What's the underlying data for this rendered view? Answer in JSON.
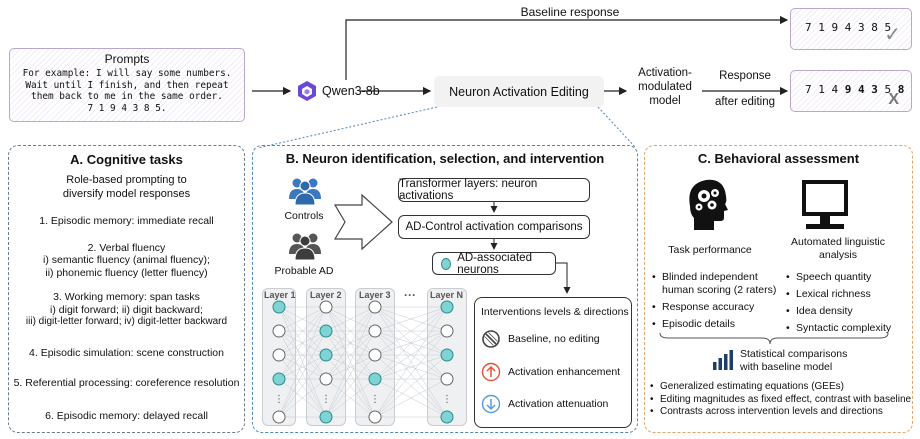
{
  "pipeline": {
    "prompts_title": "Prompts",
    "prompts_text": [
      "For example: I will say some numbers.",
      "Wait until I finish, and then repeat",
      "them back to me in the same order.",
      "7 1 9 4 3 8 5."
    ],
    "model_name": "Qwen3-8b",
    "editing_box": "Neuron Activation Editing",
    "modulated_model": [
      "Activation-",
      "modulated",
      "model"
    ],
    "response_label": [
      "Response",
      "after editing"
    ],
    "baseline_label": "Baseline response",
    "baseline_digits": "7 1 9 4 3 8 5",
    "edited_digits_plain": "7 1 4",
    "edited_digits_bold": "9 4 3 5",
    "edited_digits_plain2": "",
    "edited_digits_end": "8",
    "check_mark": "✓",
    "x_mark": "X"
  },
  "panel_a": {
    "title": "A. Cognitive tasks",
    "subtitle": [
      "Role-based prompting to",
      "diversify model responses"
    ],
    "tasks": [
      [
        "1. Episodic memory: immediate recall"
      ],
      [
        "2. Verbal fluency",
        "i) semantic fluency (animal fluency);",
        "ii) phonemic fluency (letter fluency)"
      ],
      [
        "3. Working memory: span tasks",
        "i) digit forward; ii) digit backward;",
        "iii) digit-letter forward; iv) digit-letter backward"
      ],
      [
        "4. Episodic simulation: scene construction"
      ],
      [
        "5. Referential processing: coreference resolution"
      ],
      [
        "6. Episodic memory: delayed recall"
      ]
    ]
  },
  "panel_b": {
    "title": "B. Neuron identification, selection, and intervention",
    "controls_label": "Controls",
    "ad_label": "Probable AD",
    "step1": "Transformer layers: neuron activations",
    "step2": "AD-Control activation comparisons",
    "step3": "AD-associated neurons",
    "layers": [
      "Layer 1",
      "Layer 2",
      "Layer 3",
      "Layer N"
    ],
    "layer_ellipsis": "···",
    "interventions_title": "Interventions levels & directions",
    "int_baseline": "Baseline, no editing",
    "int_enhance": "Activation enhancement",
    "int_attenuate": "Activation attenuation",
    "colors": {
      "neuron_teal": "#7fd3d4",
      "up_red": "#e0543c",
      "down_blue": "#5c9bd5"
    }
  },
  "panel_c": {
    "title": "C. Behavioral assessment",
    "task_performance": "Task performance",
    "automated": [
      "Automated linguistic",
      "analysis"
    ],
    "left_items": [
      [
        "Blinded independent",
        "human scoring (2 raters)"
      ],
      [
        "Response accuracy"
      ],
      [
        "Episodic details"
      ]
    ],
    "right_items": [
      "Speech quantity",
      "Lexical richness",
      "Idea density",
      "Syntactic complexity"
    ],
    "stats_label": [
      "Statistical comparisons",
      "with baseline model"
    ],
    "bottom_items": [
      "Generalized estimating equations (GEEs)",
      "Editing magnitudes as fixed effect, contrast with baseline",
      "Contrasts across intervention levels and directions"
    ]
  },
  "colors": {
    "panel_a_border": "#6b7b8c",
    "panel_b_border": "#4f86b8",
    "panel_c_border": "#e3a36b",
    "accent_navy": "#1e3f66",
    "qwen_purple": "#6b48d8"
  }
}
